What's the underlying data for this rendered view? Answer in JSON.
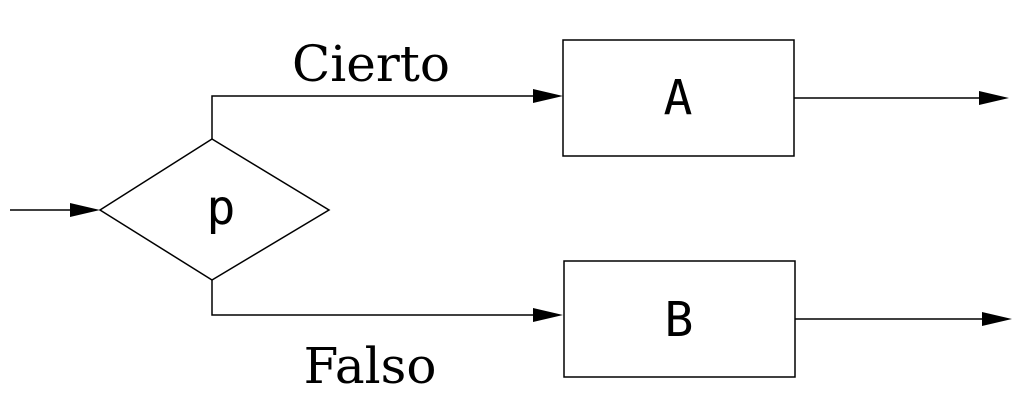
{
  "decision": {
    "label": "p"
  },
  "branches": {
    "true_label": "Cierto",
    "false_label": "Falso"
  },
  "blocks": {
    "a_label": "A",
    "b_label": "B"
  }
}
